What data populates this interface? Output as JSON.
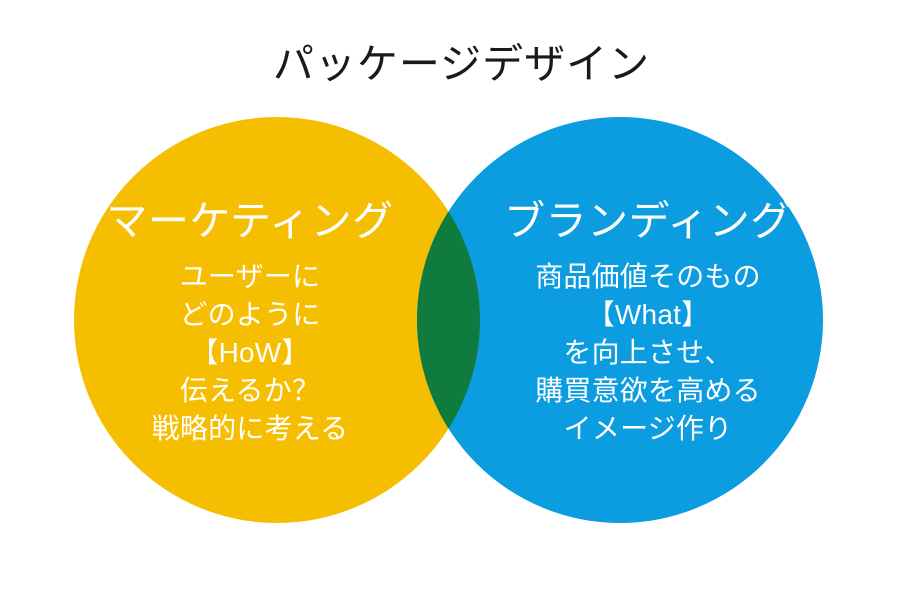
{
  "diagram": {
    "title": "パッケージデザイン",
    "type": "venn",
    "colors": {
      "left_circle": "#F6BE00",
      "right_circle": "#0C9CE0",
      "overlap": "#0F7B3E",
      "background": "#FFFFFF",
      "title_text": "#1A1A1A",
      "circle_text": "#FFFFFF"
    },
    "left_circle": {
      "heading": "マーケティング",
      "lines": [
        "ユーザーに",
        "どのように",
        "【HoW】",
        "伝えるか？",
        "戦略的に考える"
      ]
    },
    "right_circle": {
      "heading": "ブランディング",
      "lines": [
        "商品価値そのもの",
        "【What】",
        "を向上させ、",
        "購買意欲を高める",
        "イメージ作り"
      ]
    }
  }
}
